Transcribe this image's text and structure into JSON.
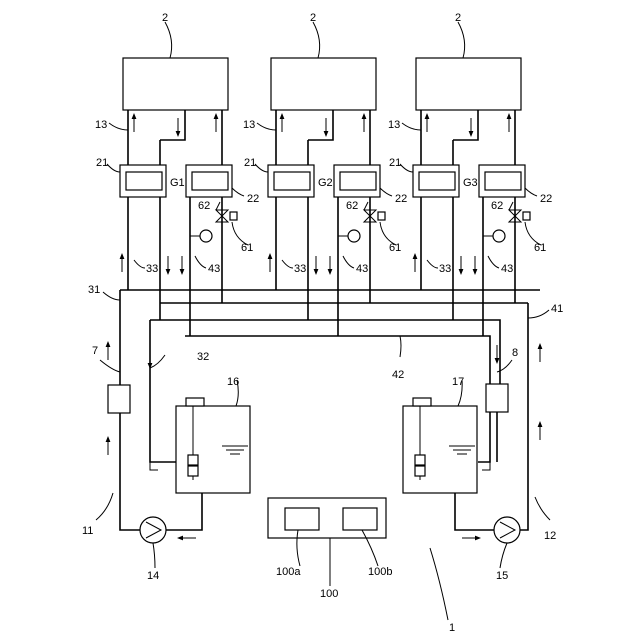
{
  "labels": {
    "fuel_cell_unit": "2",
    "unit_flow_path": "13",
    "gasket_supply": "21",
    "gasket_return": "22",
    "group_1": "G1",
    "group_2": "G2",
    "group_3": "G3",
    "valve": "61",
    "sensor": "62",
    "supply_branch": "33",
    "return_branch": "43",
    "supply_main": "31",
    "supply_manifold": "32",
    "return_main": "41",
    "return_manifold": "42",
    "filter_left": "7",
    "filter_right": "8",
    "tank_left": "16",
    "tank_right": "17",
    "loop_left": "11",
    "loop_right": "12",
    "pump_left": "14",
    "pump_right": "15",
    "controller": "100",
    "controller_part_a": "100a",
    "controller_part_b": "100b",
    "system": "1"
  },
  "units": [
    {
      "group": "G1"
    },
    {
      "group": "G2"
    },
    {
      "group": "G3"
    }
  ]
}
